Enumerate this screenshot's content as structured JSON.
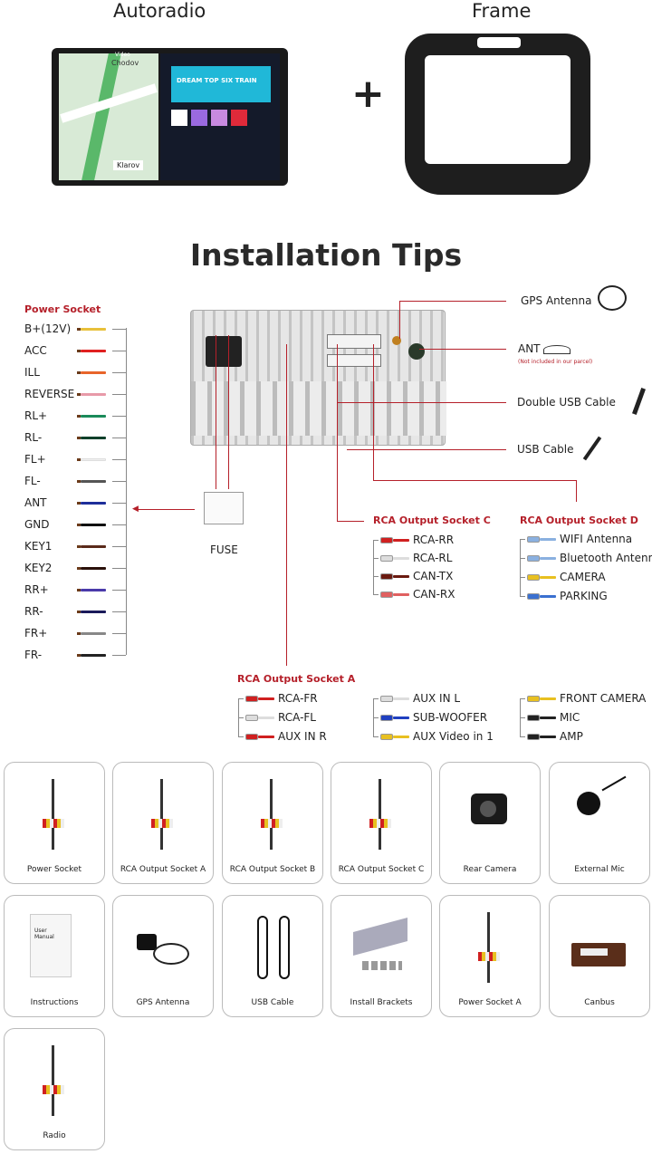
{
  "header": {
    "autoradio": "Autoradio",
    "plus": "+",
    "frame": "Frame"
  },
  "screen": {
    "topbar": "Video",
    "map_labels": [
      "Chodov",
      "Klarov"
    ],
    "banner": "DREAM TOP SIX TRAIN"
  },
  "title": "Installation Tips",
  "power_socket": {
    "title": "Power Socket",
    "items": [
      {
        "label": "B+(12V)",
        "color": "#e8c03a"
      },
      {
        "label": "ACC",
        "color": "#e02020"
      },
      {
        "label": "ILL",
        "color": "#e8642a"
      },
      {
        "label": "REVERSE",
        "color": "#e89aa8"
      },
      {
        "label": "RL+",
        "color": "#1a8a5a"
      },
      {
        "label": "RL-",
        "color": "#10402a"
      },
      {
        "label": "FL+",
        "color": "#f0f0f0"
      },
      {
        "label": "FL-",
        "color": "#555555"
      },
      {
        "label": "ANT",
        "color": "#1e2e9a"
      },
      {
        "label": "GND",
        "color": "#111111"
      },
      {
        "label": "KEY1",
        "color": "#5a2a1a"
      },
      {
        "label": "KEY2",
        "color": "#2a100a"
      },
      {
        "label": "RR+",
        "color": "#4a3aaa"
      },
      {
        "label": "RR-",
        "color": "#1a1a5a"
      },
      {
        "label": "FR+",
        "color": "#888888"
      },
      {
        "label": "FR-",
        "color": "#222222"
      }
    ]
  },
  "fuse": "FUSE",
  "accessories_right": {
    "gps": "GPS Antenna",
    "ant": "ANT",
    "ant_note": "(Not included in our parcel)",
    "double_usb": "Double USB Cable",
    "usb": "USB Cable"
  },
  "rca_c": {
    "title": "RCA Output Socket C",
    "items": [
      {
        "label": "RCA-RR",
        "color": "#d02020"
      },
      {
        "label": "RCA-RL",
        "color": "#dddddd"
      },
      {
        "label": "CAN-TX",
        "color": "#6a1a10"
      },
      {
        "label": "CAN-RX",
        "color": "#e06060"
      }
    ]
  },
  "rca_d": {
    "title": "RCA Output Socket D",
    "items": [
      {
        "label": "WIFI Antenna",
        "color": "#8ab0e0"
      },
      {
        "label": "Bluetooth Antenna",
        "color": "#8ab0e0"
      },
      {
        "label": "CAMERA",
        "color": "#e8c020"
      },
      {
        "label": "PARKING",
        "color": "#3a70d0"
      }
    ]
  },
  "rca_a": {
    "title": "RCA Output Socket A",
    "cols": [
      [
        {
          "label": "RCA-FR",
          "color": "#d02020"
        },
        {
          "label": "RCA-FL",
          "color": "#dddddd"
        },
        {
          "label": "AUX IN R",
          "color": "#d02020"
        }
      ],
      [
        {
          "label": "AUX IN L",
          "color": "#dddddd"
        },
        {
          "label": "SUB-WOOFER",
          "color": "#2040c0"
        },
        {
          "label": "AUX Video in 1",
          "color": "#e8c020"
        }
      ],
      [
        {
          "label": "FRONT CAMERA",
          "color": "#e8c020"
        },
        {
          "label": "MIC",
          "color": "#222222"
        },
        {
          "label": "AMP",
          "color": "#222222"
        }
      ]
    ]
  },
  "package": [
    {
      "label": "Power Socket",
      "icon": "wire-harness-icon"
    },
    {
      "label": "RCA Output Socket A",
      "icon": "rca-cable-icon"
    },
    {
      "label": "RCA Output Socket B",
      "icon": "rca-cable-icon"
    },
    {
      "label": "RCA Output Socket C",
      "icon": "rca-cable-icon"
    },
    {
      "label": "Rear Camera",
      "icon": "camera-icon"
    },
    {
      "label": "External Mic",
      "icon": "mic-icon"
    },
    {
      "label": "Instructions",
      "icon": "manual-icon"
    },
    {
      "label": "GPS Antenna",
      "icon": "gps-antenna-icon"
    },
    {
      "label": "USB Cable",
      "icon": "usb-cable-icon"
    },
    {
      "label": "Install  Brackets",
      "icon": "bracket-icon"
    },
    {
      "label": "Power Socket A",
      "icon": "wire-harness-icon"
    },
    {
      "label": "Canbus",
      "icon": "canbus-box-icon"
    },
    {
      "label": "Radio",
      "icon": "radio-cable-icon"
    }
  ],
  "manual_text": "User Manual"
}
